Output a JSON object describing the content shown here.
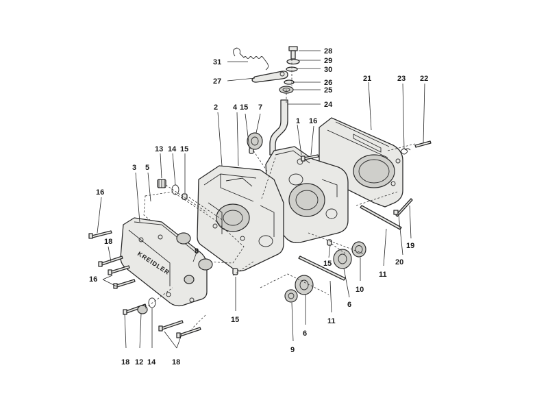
{
  "diagram": {
    "brand_text": "KREIDLER",
    "callouts": {
      "l28": "28",
      "l29": "29",
      "l30": "30",
      "l31": "31",
      "l27": "27",
      "l26": "26",
      "l25": "25",
      "l24": "24",
      "l21": "21",
      "l23": "23",
      "l22": "22",
      "l2": "2",
      "l4": "4",
      "l15a": "15",
      "l7": "7",
      "l1": "1",
      "l16a": "16",
      "l13": "13",
      "l14a": "14",
      "l15b": "15",
      "l3": "3",
      "l5": "5",
      "l16b": "16",
      "l18a": "18",
      "l16c": "16",
      "l8": "8",
      "l15c": "15",
      "l15d": "15",
      "l19": "19",
      "l20": "20",
      "l11a": "11",
      "l10": "10",
      "l6a": "6",
      "l11b": "11",
      "l9": "9",
      "l6b": "6",
      "l18b": "18",
      "l12": "12",
      "l14b": "14",
      "l18c": "18"
    }
  }
}
